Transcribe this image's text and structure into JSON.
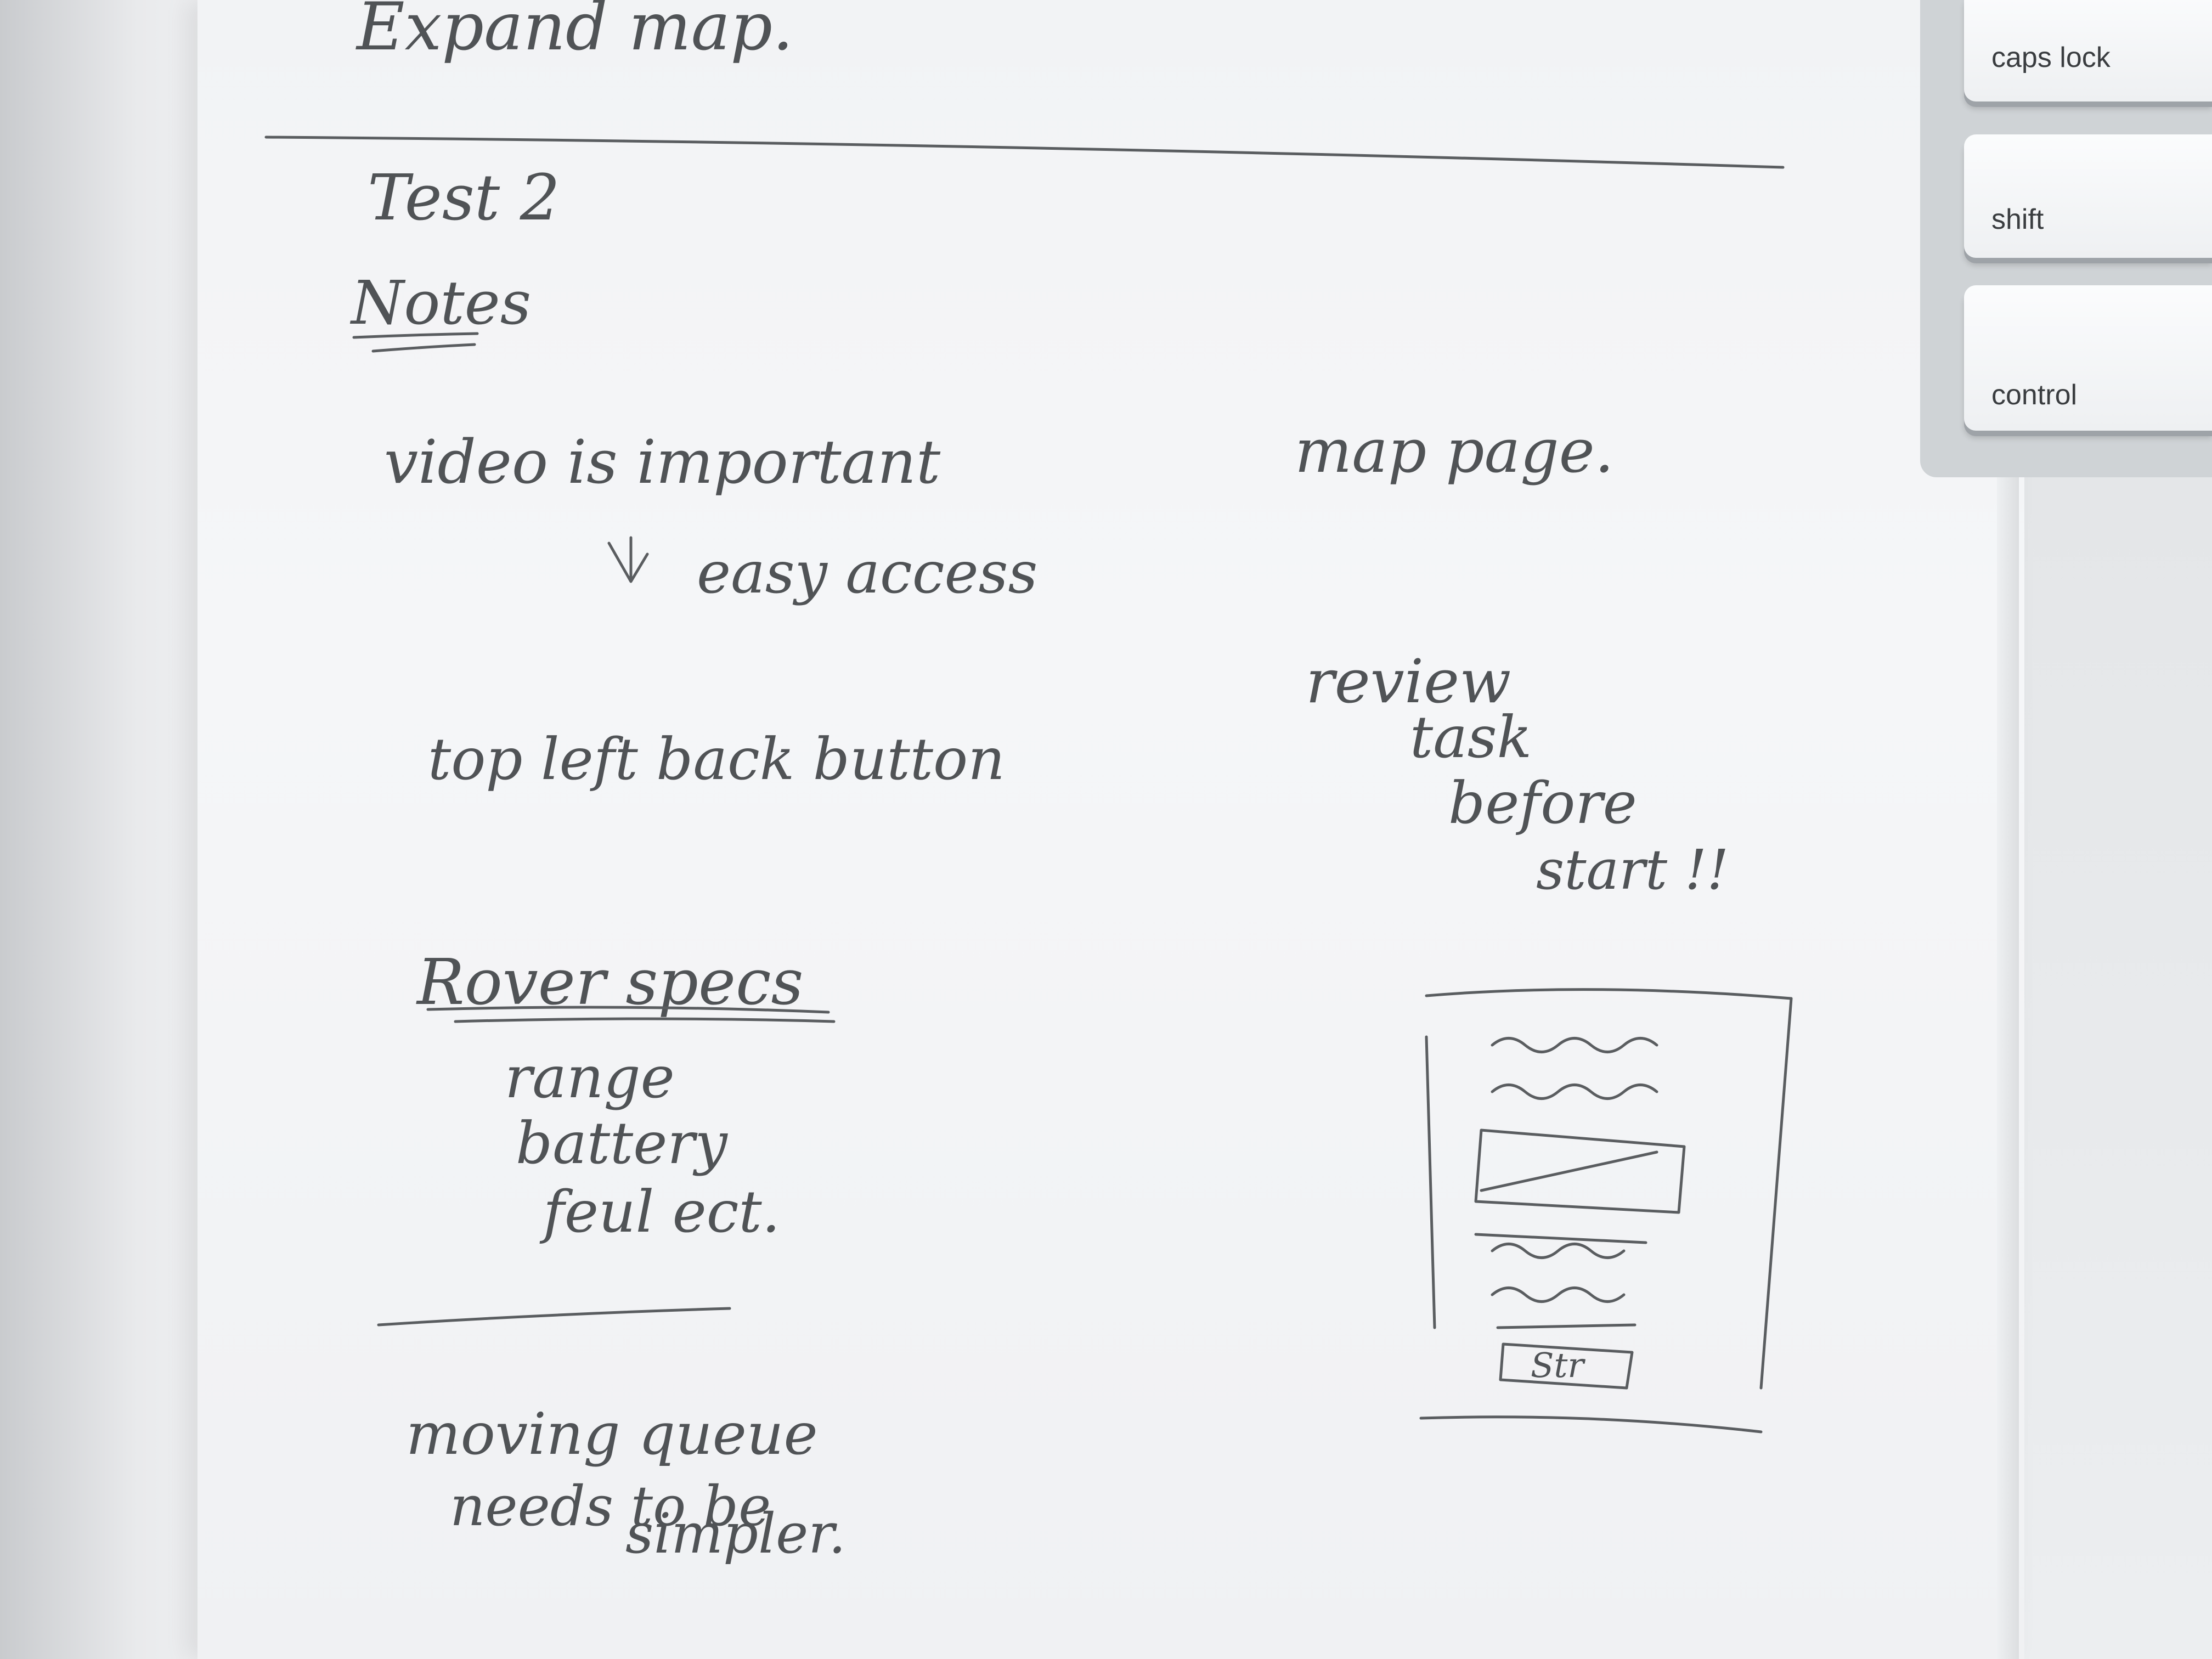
{
  "notes": {
    "heading_top": "Expand map.",
    "test_title": "Test 2",
    "section_notes": "Notes",
    "left_items": [
      "video is important",
      "easy access",
      "top left back button",
      "Rover specs",
      "range",
      "battery",
      "feul ect.",
      "moving queue",
      "needs to be",
      "simpler."
    ],
    "right_items": [
      "map page.",
      "review",
      "task",
      "before",
      "start !!"
    ],
    "sketch_button_label": "Str"
  },
  "keyboard": {
    "keys": [
      "caps lock",
      "shift",
      "control"
    ]
  },
  "colors": {
    "paper": "#f3f4f6",
    "ink": "#505356",
    "keyboard_body": "#cfd3d6"
  }
}
